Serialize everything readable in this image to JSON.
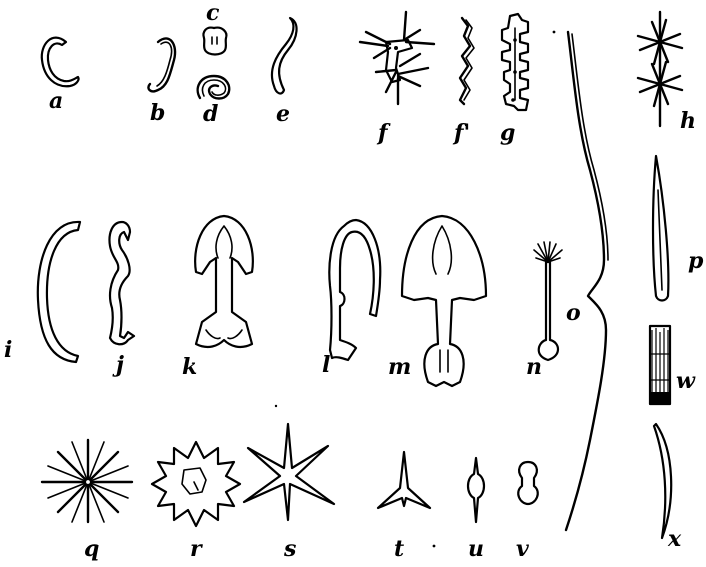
{
  "figure": {
    "labels": {
      "a": "a",
      "b": "b",
      "c": "c",
      "d": "d",
      "e": "e",
      "f": "f",
      "f_prime": "f'",
      "g": "g",
      "h": "h",
      "i": "i",
      "j": "j",
      "k": "k",
      "l": "l",
      "m": "m",
      "n": "n",
      "o": "o",
      "p": "p",
      "w": "w",
      "x": "x",
      "q": "q",
      "r": "r",
      "s": "s",
      "t": "t",
      "u": "u",
      "v": "v"
    }
  }
}
